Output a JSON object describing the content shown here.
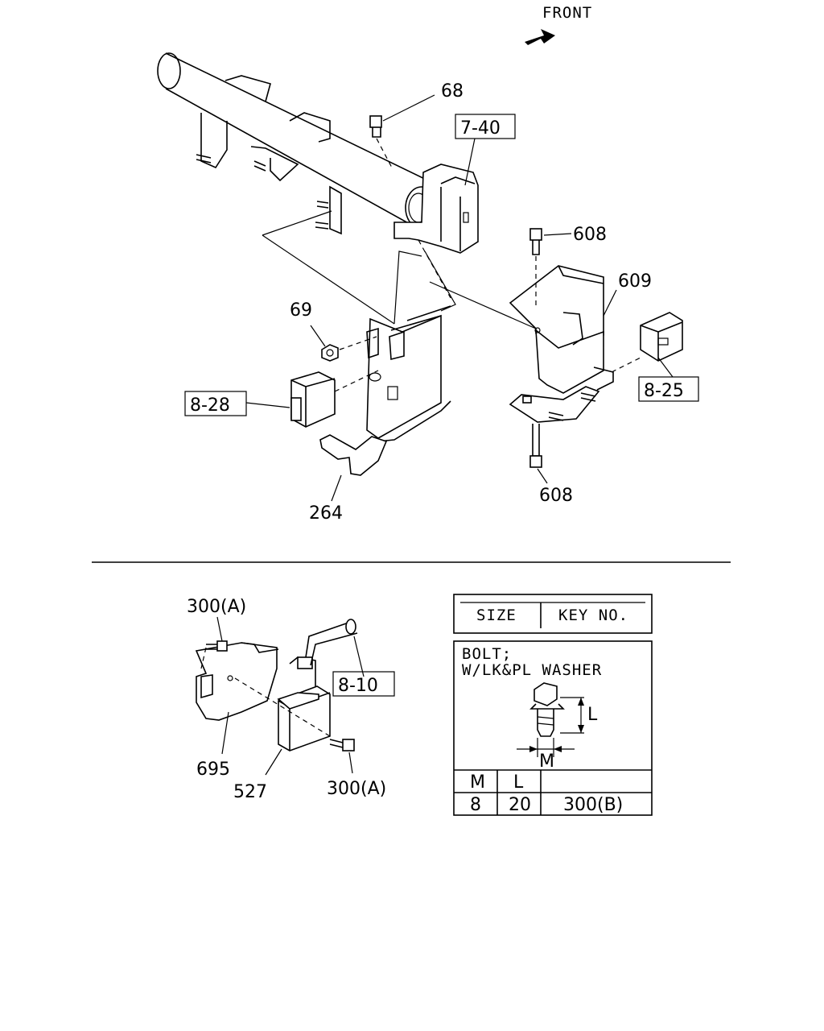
{
  "front_label": "FRONT",
  "callouts": {
    "c68": "68",
    "c7_40": "7-40",
    "c608_top": "608",
    "c609": "609",
    "c69": "69",
    "c8_25": "8-25",
    "c8_28": "8-28",
    "c608_bottom": "608",
    "c264": "264",
    "c300a_top": "300(A)",
    "c8_10": "8-10",
    "c695": "695",
    "c527": "527",
    "c300a_bottom": "300(A)"
  },
  "key_table": {
    "header_size": "SIZE",
    "header_key": "KEY NO.",
    "part_name_line1": "BOLT;",
    "part_name_line2": "W/LK&PL WASHER",
    "dim_l": "L",
    "dim_m": "M",
    "col_m": "M",
    "col_l": "L",
    "row_m": "8",
    "row_l": "20",
    "row_key": "300(B)"
  }
}
